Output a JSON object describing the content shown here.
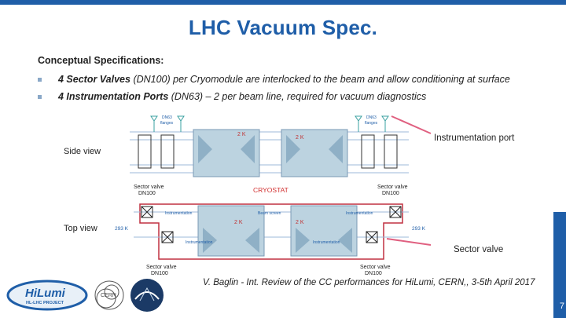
{
  "slide": {
    "title": "LHC Vacuum Spec.",
    "subtitle": "Conceptual Specifications:",
    "bullets": [
      {
        "bold": "4 Sector Valves",
        "rest": " (DN100) per Cryomodule are interlocked to the beam and allow conditioning at surface"
      },
      {
        "bold": "4 Instrumentation Ports",
        "rest": " (DN63) – 2 per beam line, required for vacuum diagnostics"
      }
    ],
    "credit": "V. Baglin - Int. Review of the CC performances for HiLumi, CERN,, 3-5th April 2017",
    "page_number": "7"
  },
  "diagram": {
    "side_view_label": "Side view",
    "top_view_label": "Top view",
    "instrumentation_port_label": "Instrumentation port",
    "sector_valve_callout": "Sector valve",
    "cryostat_label": "CRYOSTAT",
    "temp_2k": "2 K",
    "temp_293k": "293 K",
    "dn63_flanges": "DN63\nflanges",
    "sector_valve_dn100": "Sector valve\nDN100",
    "instrumentation": "Instrumentation",
    "beam_screen": "Beam screen"
  },
  "logos": {
    "hilumi_text": "HiLumi",
    "hilumi_sub": "HL-LHC PROJECT",
    "cern_text": "CERN"
  },
  "colors": {
    "title": "#1f5ea8",
    "accent_bar": "#1f5ea8",
    "bullet_square": "#8aa8c8",
    "callout_line": "#e06080",
    "cryostat_text": "#d23030",
    "sector_valve_blue": "#1f5ea8",
    "cavity_fill": "#bcd3e0"
  }
}
